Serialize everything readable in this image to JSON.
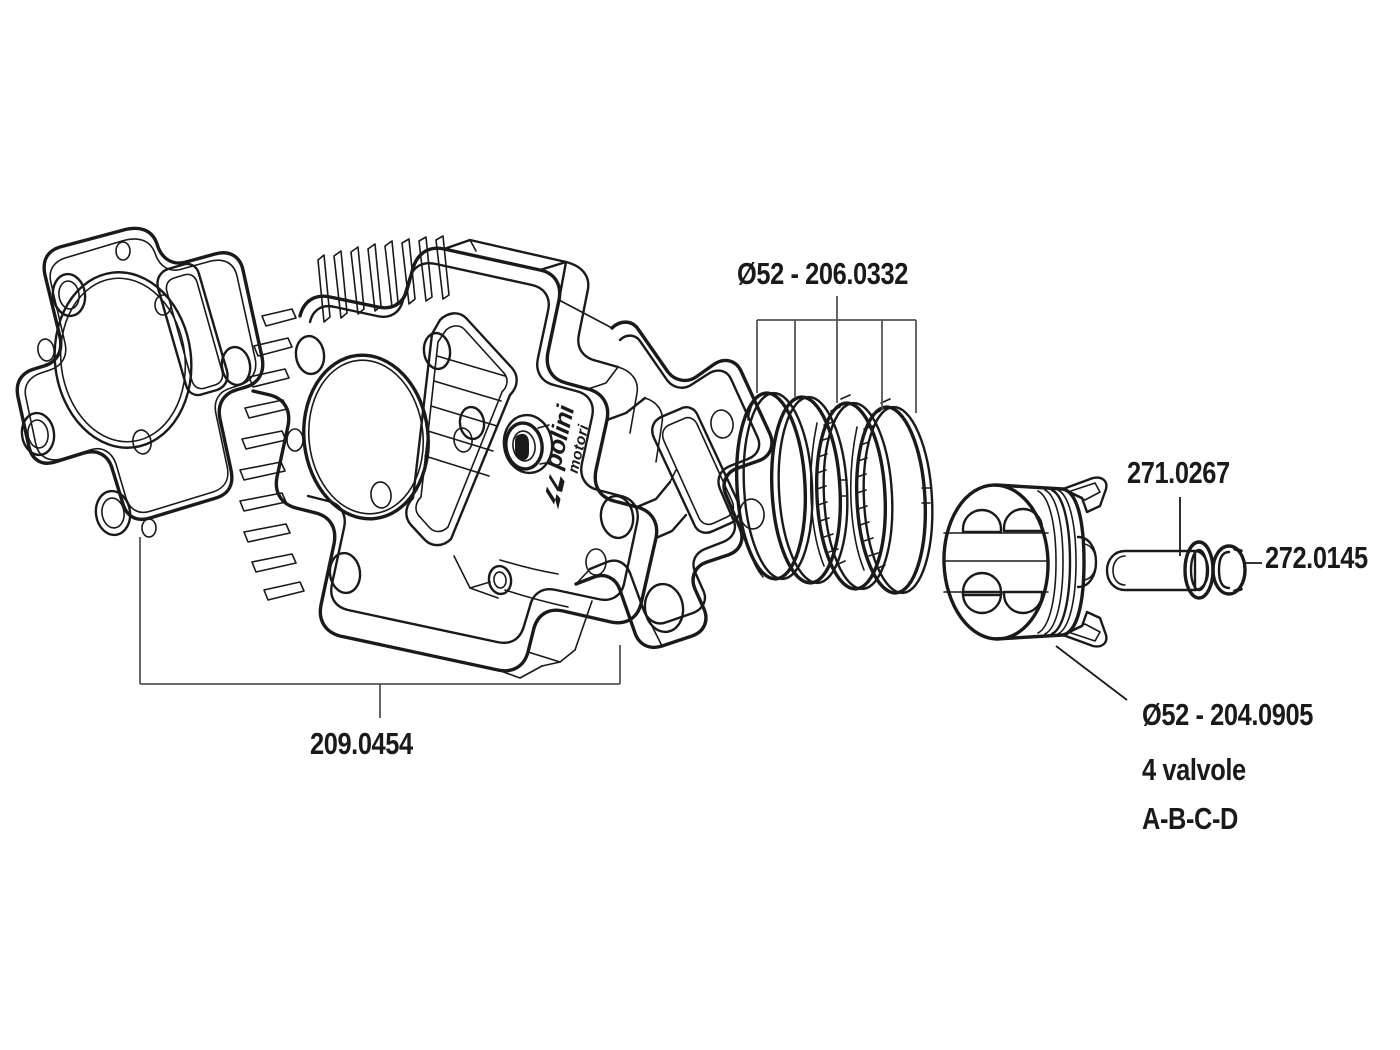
{
  "diagram": {
    "title": "Polini cylinder kit exploded parts diagram",
    "background_color": "#ffffff",
    "line_color": "#1a1a1a",
    "leader_color": "#555555"
  },
  "labels": {
    "rings": "Ø52 - 206.0332",
    "piston_pin": "271.0267",
    "circlips": "272.0145",
    "gasket_set": "209.0454",
    "piston_line1": "Ø52 - 204.0905",
    "piston_line2": "4 valvole",
    "piston_line3": "A-B-C-D"
  },
  "brand": {
    "logo_text": "polini",
    "logo_subtext": "motori"
  },
  "parts": [
    {
      "id": "head-gasket",
      "name": "cylinder head gasket",
      "label_ref": "gasket_set"
    },
    {
      "id": "cylinder",
      "name": "cylinder block with cooling fins",
      "label_ref": "gasket_set"
    },
    {
      "id": "piston-rings",
      "name": "piston ring set (4 rings)",
      "label_ref": "rings",
      "count": 4
    },
    {
      "id": "piston",
      "name": "4-valve piston",
      "label_ref": "piston_line1"
    },
    {
      "id": "piston-pin",
      "name": "piston pin / gudgeon pin",
      "label_ref": "piston_pin"
    },
    {
      "id": "circlips",
      "name": "piston pin circlips",
      "label_ref": "circlips",
      "count": 2
    }
  ]
}
